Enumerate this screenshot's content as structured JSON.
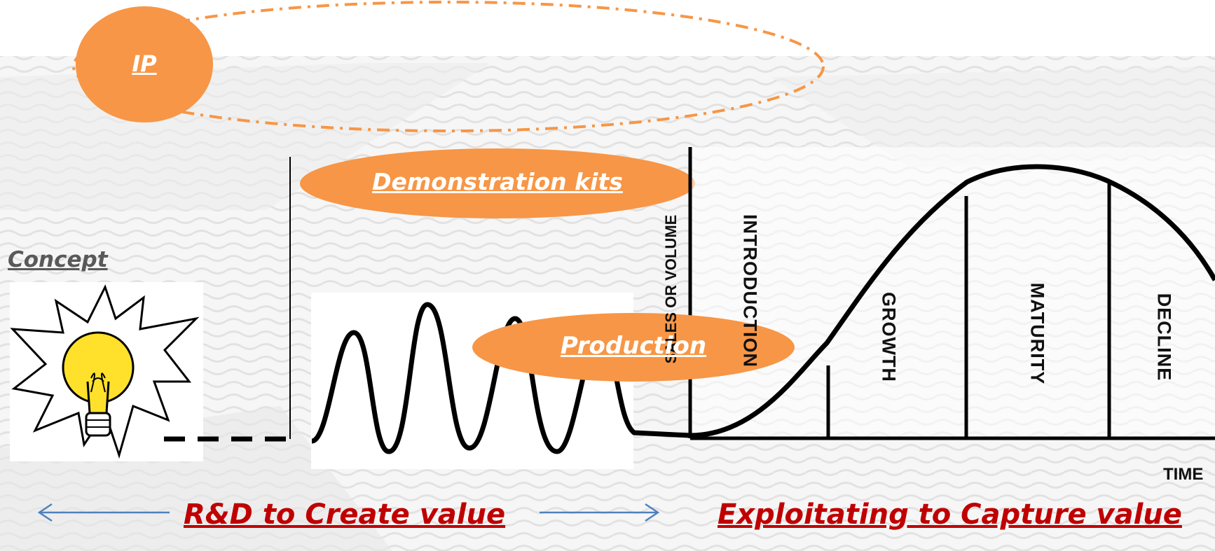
{
  "ip_label": "IP",
  "concept_label": "Concept",
  "demonstration_label": "Demonstration kits",
  "production_label": "Production",
  "lifecycle": {
    "ylabel": "SALES OR VOLUME",
    "xlabel": "TIME",
    "stages": [
      "INTRODUCTION",
      "GROWTH",
      "MATURITY",
      "DECLINE"
    ]
  },
  "bottom": {
    "rd_label": "R&D to Create value",
    "exploit_label": "Exploitating to Capture value"
  },
  "colors": {
    "accent_orange": "#f79646",
    "bottom_text_red": "#c00000",
    "arrow_blue": "#4f81bd",
    "concept_gray": "#595959"
  }
}
